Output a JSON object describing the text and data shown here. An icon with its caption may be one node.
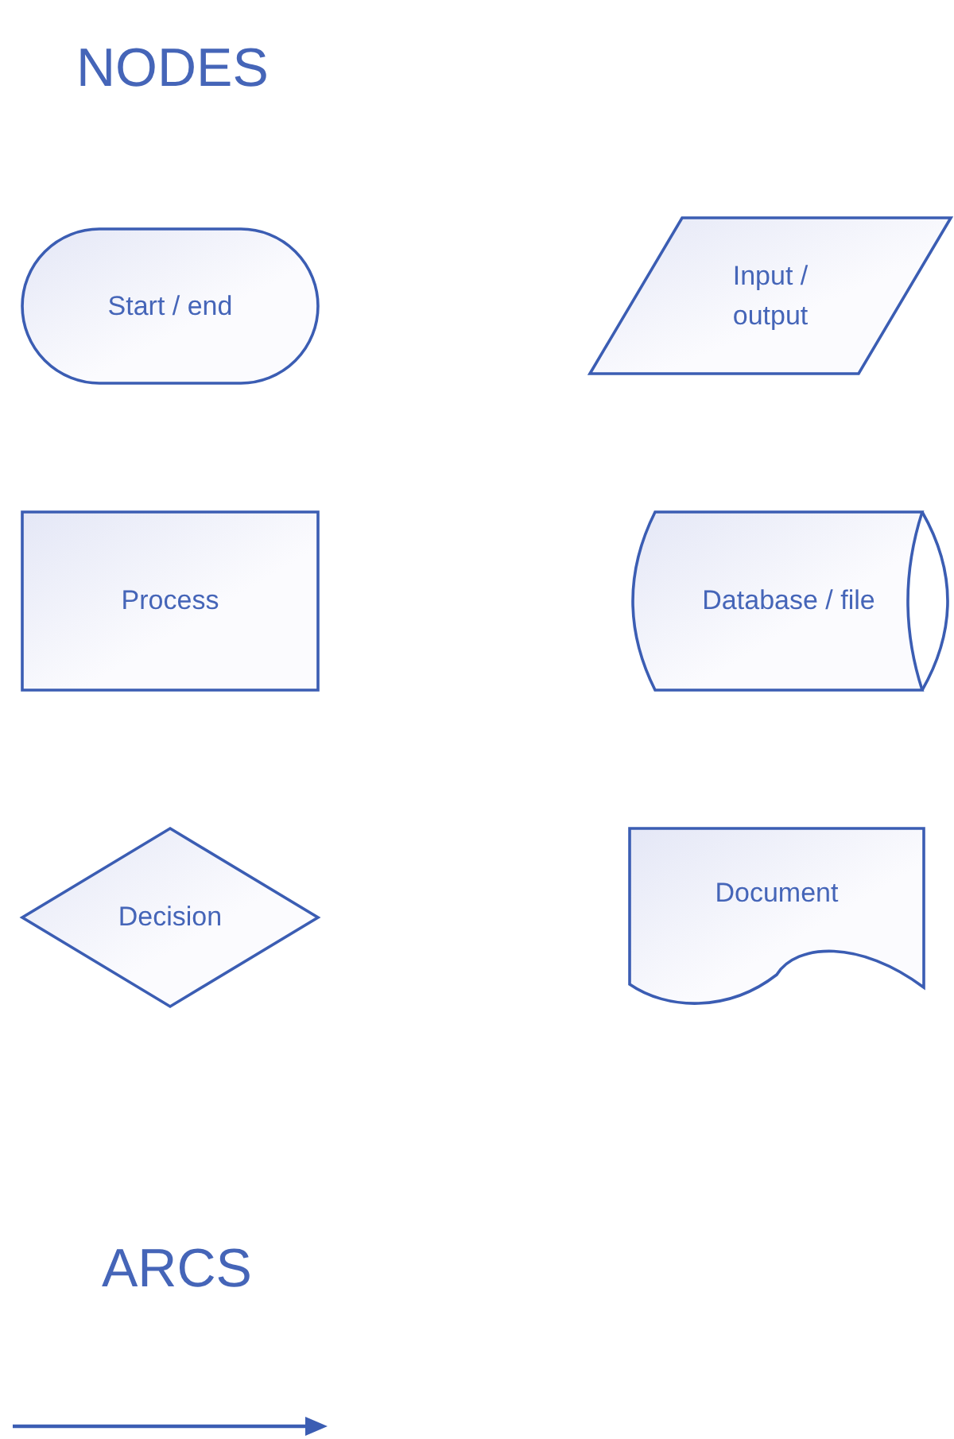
{
  "diagram": {
    "title": "NODES",
    "nodes": [
      {
        "text": [
          "Start / end"
        ]
      },
      {
        "text": [
          "Input / output"
        ]
      },
      {
        "text": [
          "Process"
        ]
      },
      {
        "text": [
          "Database / file"
        ]
      },
      {
        "text": [
          "Decision"
        ]
      },
      {
        "text": [
          "Document"
        ]
      }
    ],
    "labels": [
      "ARCS"
    ]
  }
}
